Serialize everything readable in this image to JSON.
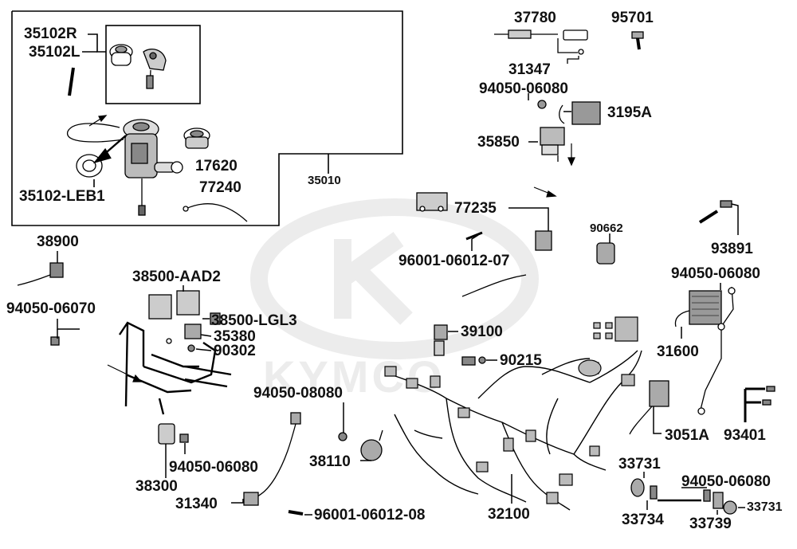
{
  "watermark": "KYMCO",
  "labels": {
    "p35102R": "35102R",
    "p35102L": "35102L",
    "p17620": "17620",
    "p35102LEB1": "35102-LEB1",
    "p77240": "77240",
    "p35010": "35010",
    "p37780": "37780",
    "p95701": "95701",
    "p31347": "31347",
    "p94050_06080_a": "94050-06080",
    "p3195A": "3195A",
    "p35850": "35850",
    "p77235": "77235",
    "p90662": "90662",
    "p93891": "93891",
    "p96001_06012_07": "96001-06012-07",
    "p94050_06080_b": "94050-06080",
    "p31600": "31600",
    "p38900": "38900",
    "p94050_06070": "94050-06070",
    "p38500_AAD2": "38500-AAD2",
    "p38500_LGL3": "38500-LGL3",
    "p35380": "35380",
    "p90302": "90302",
    "p39100": "39100",
    "p90215": "90215",
    "p94050_08080": "94050-08080",
    "p3051A": "3051A",
    "p93401": "93401",
    "p38300": "38300",
    "p94050_06080_c": "94050-06080",
    "p38110": "38110",
    "p33731_a": "33731",
    "p94050_06080_d": "94050-06080",
    "p31340": "31340",
    "p96001_06012_08": "96001-06012-08",
    "p32100": "32100",
    "p33734": "33734",
    "p33739": "33739",
    "p33731_b": "33731"
  }
}
